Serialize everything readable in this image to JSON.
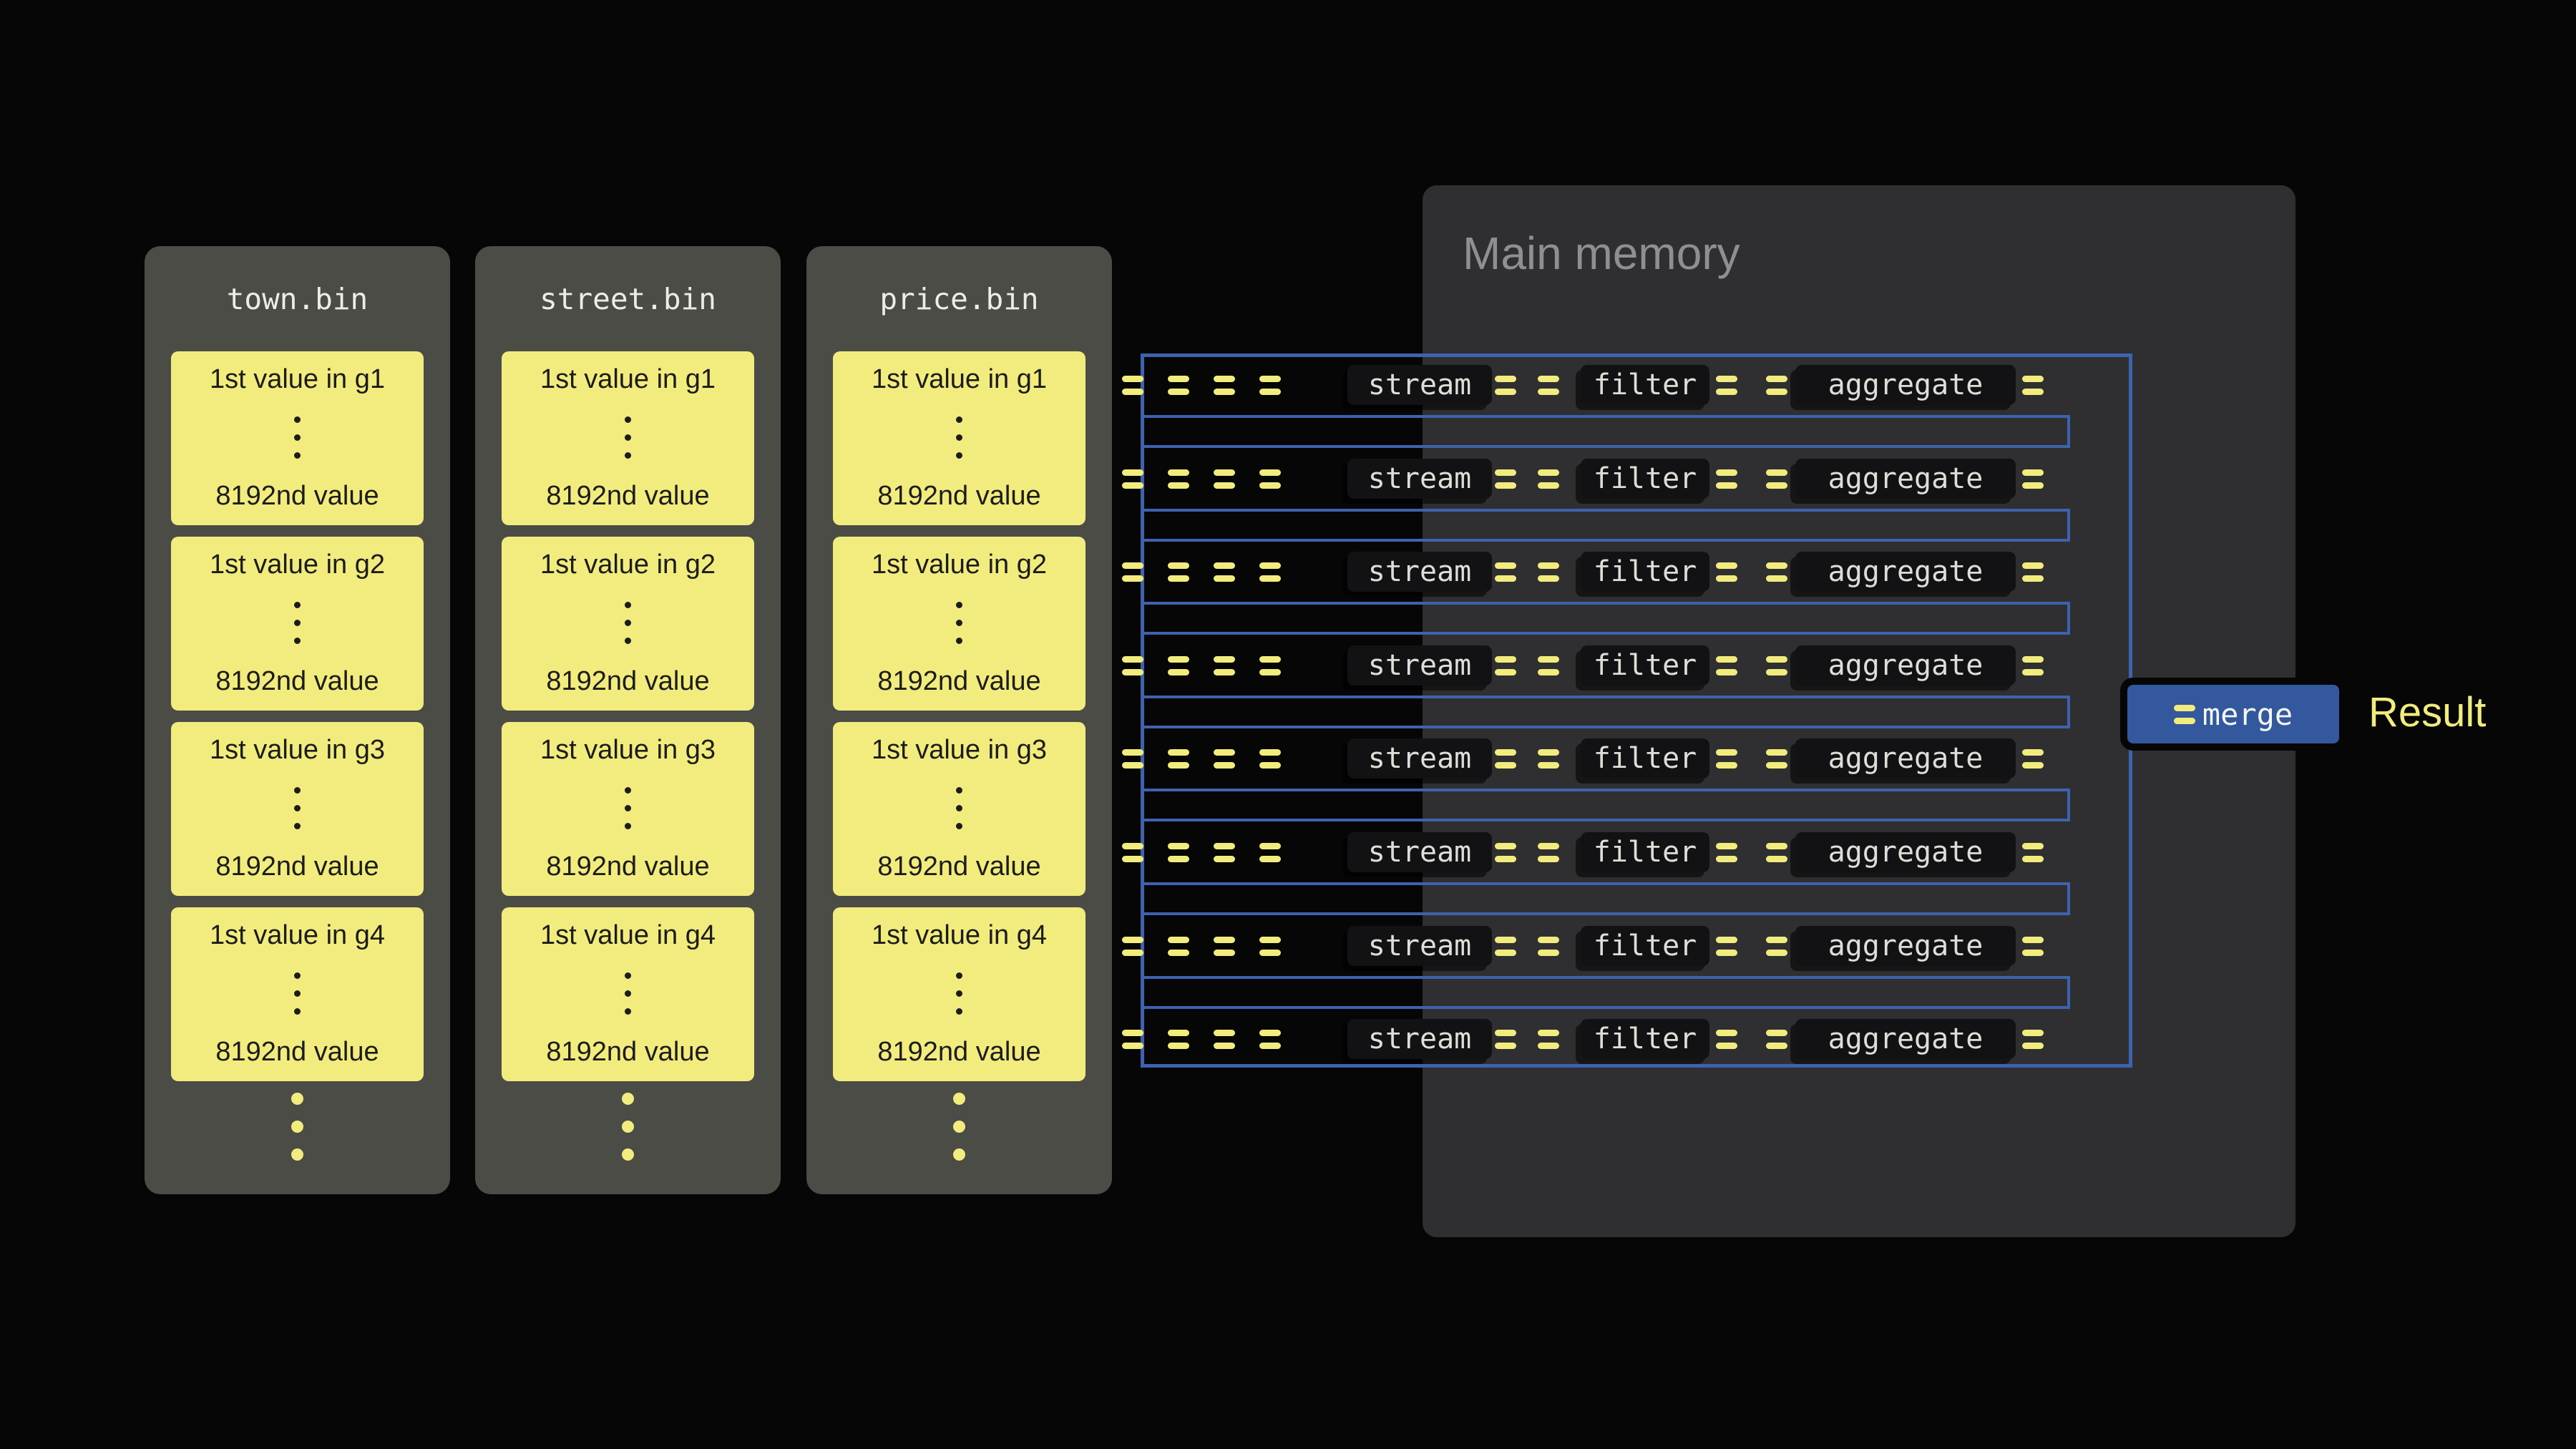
{
  "files": [
    {
      "name": "town.bin",
      "groups": [
        {
          "first": "1st value in g1",
          "last": "8192nd value"
        },
        {
          "first": "1st value in g2",
          "last": "8192nd value"
        },
        {
          "first": "1st value in g3",
          "last": "8192nd value"
        },
        {
          "first": "1st value in g4",
          "last": "8192nd value"
        }
      ]
    },
    {
      "name": "street.bin",
      "groups": [
        {
          "first": "1st value in g1",
          "last": "8192nd value"
        },
        {
          "first": "1st value in g2",
          "last": "8192nd value"
        },
        {
          "first": "1st value in g3",
          "last": "8192nd value"
        },
        {
          "first": "1st value in g4",
          "last": "8192nd value"
        }
      ]
    },
    {
      "name": "price.bin",
      "groups": [
        {
          "first": "1st value in g1",
          "last": "8192nd value"
        },
        {
          "first": "1st value in g2",
          "last": "8192nd value"
        },
        {
          "first": "1st value in g3",
          "last": "8192nd value"
        },
        {
          "first": "1st value in g4",
          "last": "8192nd value"
        }
      ]
    }
  ],
  "main_memory": {
    "title": "Main memory"
  },
  "pipeline": {
    "row_count": 8,
    "stage_labels": [
      "stream",
      "filter",
      "aggregate"
    ]
  },
  "merge": {
    "label": "merge"
  },
  "result": {
    "label": "Result"
  },
  "colors": {
    "background": "#060606",
    "yellow": "#F2EC7E",
    "blue": "#3D63AE",
    "file_panel_gray": "#4C4C47",
    "memory_panel_gray": "#2F2F32"
  }
}
